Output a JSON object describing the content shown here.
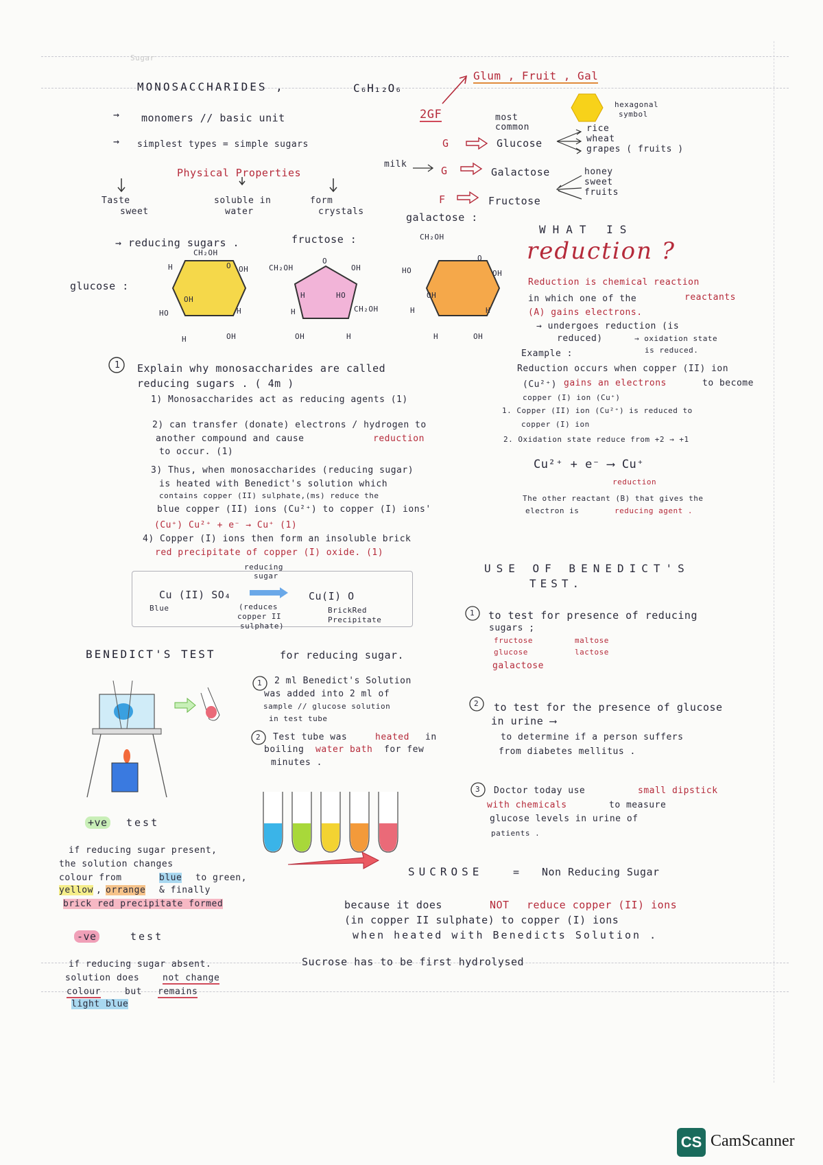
{
  "header": {
    "title": "MONOSACCHARIDES ,",
    "formula": "C₆H₁₂O₆",
    "faint_tag": "Sugar"
  },
  "intro": {
    "arrow_1": "→",
    "monomers": "monomers // basic unit",
    "arrow_2": "→",
    "simplest": "simplest types = simple sugars",
    "physical": "Physical Properties",
    "taste": "Taste",
    "taste2": "sweet",
    "soluble": "soluble in",
    "soluble2": "water",
    "form": "form",
    "form2": "crystals"
  },
  "types": {
    "glum": "Glum , Fruit , Gal",
    "two_g_f": "2GF",
    "most_common": "most",
    "most_common2": "common",
    "g1": "G",
    "glucose": "Glucose",
    "rice": "rice",
    "wheat": "wheat",
    "grapes": "grapes ( fruits )",
    "hexagonal": "hexagonal",
    "symbol": "symbol",
    "milk": "milk",
    "g2": "G",
    "galactose": "Galactose",
    "honey": "honey",
    "sweet": "sweet",
    "fruits": "fruits",
    "f": "F",
    "fructose": "Fructose",
    "galactose_label": "galactose :"
  },
  "structures": {
    "reducing_sugars": "→ reducing sugars .",
    "fructose_label": "fructose :",
    "glucose_label": "glucose :",
    "ch2oh": "CH₂OH",
    "o": "O",
    "oh": "OH",
    "h": "H",
    "ho": "HO"
  },
  "question": {
    "num": "1",
    "q1": "Explain why monosaccharides are called",
    "q2": "reducing sugars . ( 4m )",
    "a1": "1) Monosaccharides act as reducing agents (1)",
    "a2_1": "2) can transfer (donate) electrons / hydrogen to",
    "a2_2": "another compound and cause",
    "a2_2b": "reduction",
    "a2_3": "to occur. (1)",
    "a3_1": "3) Thus, when monosaccharides (reducing sugar)",
    "a3_2": "is heated with Benedict's solution which",
    "a3_3": "contains copper (II) sulphate,(ms) reduce the",
    "a3_4": "blue copper (II) ions (Cu²⁺) to copper (I) ions'",
    "a3_5": "(Cu⁺) Cu²⁺ + e⁻ → Cu⁺ (1)",
    "a4_1": "4) Copper (I) ions then form an insoluble brick",
    "a4_2": "red precipitate of copper (I) oxide. (1)"
  },
  "equation_box": {
    "reducing": "reducing",
    "sugar": "sugar",
    "cu2so4": "Cu (II) SO₄",
    "blue": "Blue",
    "reduces": "(reduces",
    "copper": "copper II",
    "sulphate": "sulphate)",
    "cu2o": "Cu(I) O",
    "brick": "BrickRed",
    "precip": "Precipitate"
  },
  "benedict": {
    "title": "BENEDICT'S TEST",
    "title2": "for reducing sugar.",
    "s1n": "1",
    "s1_1": "2 ml Benedict's Solution",
    "s1_2": "was added into 2 ml of",
    "s1_3": "sample // glucose solution",
    "s1_4": "in test tube",
    "s2n": "2",
    "s2_1": "Test tube was",
    "s2_1b": "heated",
    "s2_1c": "in",
    "s2_2": "boiling",
    "s2_2b": "water bath",
    "s2_2c": "for few",
    "s2_3": "minutes ."
  },
  "pos_neg": {
    "plus": "+ve",
    "pos_test": "test",
    "p1": "if reducing sugar present,",
    "p2": "the solution changes",
    "p3a": "colour from",
    "p3b": "blue",
    "p3c": "to green,",
    "p4a": "yellow",
    "p4b": ",",
    "p4c": "orrange",
    "p4d": "& finally",
    "p5": "brick red precipitate formed",
    "minus": "-ve",
    "neg_test": "test",
    "n1": "if reducing sugar absent.",
    "n2a": "solution does",
    "n2b": "not change",
    "n3a": "colour",
    "n3b": "but",
    "n3c": "remains",
    "n4": "light blue"
  },
  "reduction": {
    "what": "WHAT IS",
    "word": "reduction ?",
    "r1": "Reduction is chemical reaction",
    "r2a": "in which one of the",
    "r2b": "reactants",
    "r3": "(A) gains electrons.",
    "r4": "→ undergoes reduction (is",
    "r5": "reduced)",
    "r5b": "→ oxidation state",
    "r6": "is reduced.",
    "example": "Example :",
    "e1": "Reduction occurs when copper (II) ion",
    "e2a": "(Cu²⁺)",
    "e2b": "gains an electrons",
    "e2c": "to become",
    "e3": "copper (I) ion (Cu⁺)",
    "e4": "1. Copper (II) ion (Cu²⁺) is reduced to",
    "e5": "copper (I) ion",
    "e6": "2. Oxidation state reduce from +2 → +1",
    "eq": "Cu²⁺ + e⁻ ⟶ Cu⁺",
    "eq_label": "reduction",
    "o1": "The other reactant (B) that gives the",
    "o2a": "electron is",
    "o2b": "reducing agent ."
  },
  "uses": {
    "title": "USE OF BENEDICT'S",
    "title2": "TEST.",
    "u1n": "1",
    "u1_1": "to test for presence of reducing",
    "u1_2": "sugars ;",
    "fructose": "fructose",
    "maltose": "maltose",
    "glucose": "glucose",
    "lactose": "lactose",
    "galactose": "galactose",
    "u2n": "2",
    "u2_1": "to test for the presence of glucose",
    "u2_2": "in urine ⟶",
    "u2_3": "to determine if a person suffers",
    "u2_4": "from diabetes mellitus .",
    "u3n": "3",
    "u3_1": "Doctor today use",
    "u3_1b": "small dipstick",
    "u3_2": "with chemicals",
    "u3_2b": "to measure",
    "u3_3": "glucose levels in urine of",
    "u3_4": "patients ."
  },
  "sucrose": {
    "title": "SUCROSE",
    "eq": "=",
    "nonred": "Non Reducing Sugar",
    "b1a": "because it does",
    "b1b": "NOT",
    "b1c": "reduce copper (II) ions",
    "b2": "(in copper II sulphate) to copper (I) ions",
    "b3": "when heated with Benedicts Solution .",
    "b4": "Sucrose has to be first hydrolysed"
  },
  "tubes": [
    "#3ab4e8",
    "#a8d83a",
    "#f3d332",
    "#f39a3a",
    "#ea6a78"
  ],
  "colors": {
    "glucose_fill": "#f5d84a",
    "fructose_fill": "#f2b4d8",
    "galactose_fill": "#f5a84a",
    "hex_symbol": "#f7d21a",
    "arrow_red": "#d8424a"
  },
  "footer": {
    "brand": "CamScanner",
    "logo": "CS"
  }
}
